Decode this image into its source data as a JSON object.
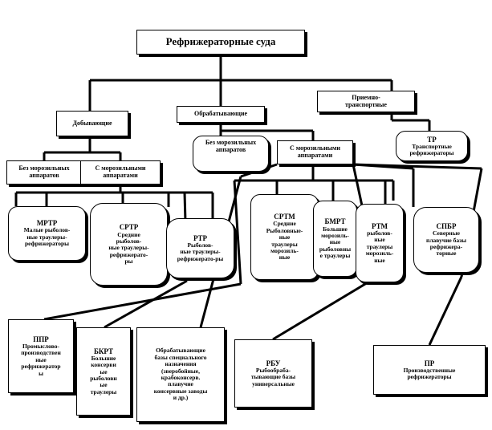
{
  "root": "Рефрижераторные суда",
  "categories": {
    "fishing": "Добывающие",
    "processing": "Обрабатывающие",
    "transport": "Приемно-\nтранспортные"
  },
  "subcategories": {
    "fishing_without": "Без морозильных\nаппаратов",
    "fishing_with": "С морозильными\nаппаратами",
    "processing_without": "Без морозильных\nаппаратов",
    "processing_with": "С морозильными\nаппаратами"
  },
  "transport_ship": {
    "abbr": "ТР",
    "desc": "Транспортные\nрефрижераторы"
  },
  "row1": [
    {
      "abbr": "МРТР",
      "desc": "Малые рыболов-\nные траулеры-\nрефрижераторы"
    },
    {
      "abbr": "СРТР",
      "desc": "Средние\nрыболов-\nные траулеры-\nрефрижерато-\nры"
    },
    {
      "abbr": "РТР",
      "desc": "Рыболов-\nные траулеры-\nрефрижерато-ры"
    },
    {
      "abbr": "СРТМ",
      "desc": "Средние\nРыболовные-\nные\nтраулеры\nморозиль-\nные"
    },
    {
      "abbr": "БМРТ",
      "desc": "Большие\nморозиль-\nные\nрыболовны\nе траулеры"
    },
    {
      "abbr": "РТМ",
      "desc": "рыболов-\nные\nтраулеры\nморозиль-\nные"
    },
    {
      "abbr": "СПБР",
      "desc": "Северные\nплавучие базы\nрефрижера-\nторные"
    }
  ],
  "row2": [
    {
      "abbr": "ППР",
      "desc": "Промыслово-\nпроизводствен\nные\nрефрижератор\nы"
    },
    {
      "abbr": "БКРТ",
      "desc": "Большие\nконсерви\nые\nрыболовн\nые\nтраулеры"
    },
    {
      "abbr": "",
      "desc": "Обрабатывающие\nбазы специального\nназначения\n(зверобойные,\nкрабоконсерв.\nплавучие\nконсервные заводы\nи др.)"
    },
    {
      "abbr": "РБУ",
      "desc": "Рыбообраба-\nтывающие базы\nуниверсальные"
    },
    {
      "abbr": "ПР",
      "desc": "Производственные\nрефрижераторы"
    }
  ]
}
